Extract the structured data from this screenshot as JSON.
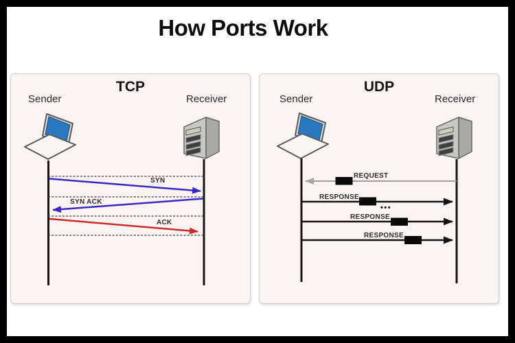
{
  "title": "How Ports Work",
  "tcp": {
    "title": "TCP",
    "sender": "Sender",
    "receiver": "Receiver",
    "messages": [
      {
        "label": "SYN",
        "from": "sender",
        "to": "receiver",
        "color": "#3a28c4"
      },
      {
        "label": "SYN ACK",
        "from": "receiver",
        "to": "sender",
        "color": "#3a28c4"
      },
      {
        "label": "ACK",
        "from": "sender",
        "to": "receiver",
        "color": "#cc2a2a"
      }
    ]
  },
  "udp": {
    "title": "UDP",
    "sender": "Sender",
    "receiver": "Receiver",
    "ellipsis": "•••",
    "messages": [
      {
        "label": "REQUEST",
        "from": "receiver",
        "to": "sender",
        "color": "#9e9e9e",
        "packet": true
      },
      {
        "label": "RESPONSE",
        "from": "sender",
        "to": "receiver",
        "color": "#141414",
        "packet": true
      },
      {
        "label": "RESPONSE",
        "from": "sender",
        "to": "receiver",
        "color": "#141414",
        "packet": true
      },
      {
        "label": "RESPONSE",
        "from": "sender",
        "to": "receiver",
        "color": "#141414",
        "packet": true
      }
    ]
  },
  "icons": {
    "sender": "laptop-icon",
    "receiver": "server-icon"
  },
  "colors": {
    "tcp_arrow_blue": "#3a28c4",
    "tcp_arrow_red": "#cc2a2a",
    "udp_request_gray": "#9e9e9e",
    "udp_response_black": "#141414",
    "packet_rect": "#0a0a0a",
    "lifeline": "#151515",
    "panel_background": "#faf5f3",
    "panel_border": "#cfcfcf",
    "frame_border": "#000000",
    "page_background": "#ffffff"
  }
}
